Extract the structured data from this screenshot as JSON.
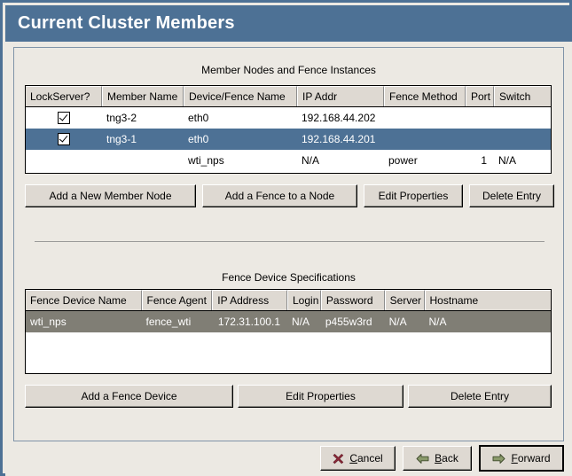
{
  "window": {
    "title": "Current Cluster Members"
  },
  "colors": {
    "titlebar": "#4d7195",
    "selection_active": "#4d7195",
    "selection_inactive": "#807e75",
    "face": "#ded9d2",
    "background": "#ece9e3"
  },
  "member_section": {
    "title": "Member Nodes and Fence Instances",
    "columns": [
      "LockServer?",
      "Member Name",
      "Device/Fence Name",
      "IP Addr",
      "Fence Method",
      "Port",
      "Switch"
    ],
    "rows": [
      {
        "lockserver": true,
        "member_name": "tng3-2",
        "device_name": "eth0",
        "ip_addr": "192.168.44.202",
        "fence_method": "",
        "port": "",
        "switch": "",
        "selected": false
      },
      {
        "lockserver": true,
        "member_name": "tng3-1",
        "device_name": "eth0",
        "ip_addr": "192.168.44.201",
        "fence_method": "",
        "port": "",
        "switch": "",
        "selected": true
      },
      {
        "lockserver": false,
        "member_name": "",
        "device_name": "wti_nps",
        "ip_addr": "N/A",
        "fence_method": "power",
        "port": "1",
        "switch": "N/A",
        "selected": false
      }
    ],
    "buttons": {
      "add_member": "Add a New Member Node",
      "add_fence": "Add a Fence to a Node",
      "edit_properties": "Edit Properties",
      "delete_entry": "Delete Entry"
    }
  },
  "fence_section": {
    "title": "Fence Device Specifications",
    "columns": [
      "Fence Device Name",
      "Fence Agent",
      "IP Address",
      "Login",
      "Password",
      "Server",
      "Hostname"
    ],
    "rows": [
      {
        "device_name": "wti_nps",
        "agent": "fence_wti",
        "ip_address": "172.31.100.1",
        "login": "N/A",
        "password": "p455w3rd",
        "server": "N/A",
        "hostname": "N/A",
        "selected": true
      }
    ],
    "buttons": {
      "add_device": "Add a Fence Device",
      "edit_properties": "Edit Properties",
      "delete_entry": "Delete Entry"
    }
  },
  "footer": {
    "cancel": {
      "prefix": "",
      "mnemonic": "C",
      "rest": "ancel",
      "icon": "cancel-x-icon"
    },
    "back": {
      "prefix": "",
      "mnemonic": "B",
      "rest": "ack",
      "icon": "arrow-left-icon"
    },
    "forward": {
      "prefix": "",
      "mnemonic": "F",
      "rest": "orward",
      "icon": "arrow-right-icon"
    }
  }
}
